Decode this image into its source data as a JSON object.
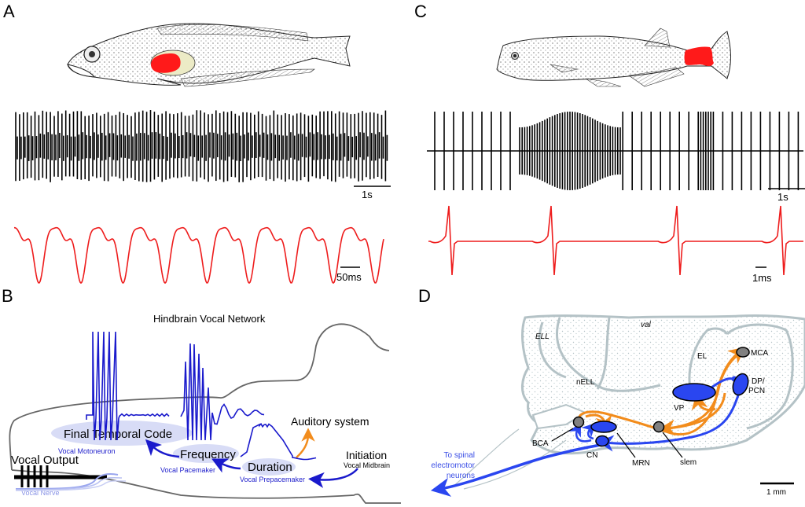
{
  "colors": {
    "eod_red": "#ee1c1c",
    "organ_red": "#ff1a1a",
    "neuron_blue": "#1a1acc",
    "nucleus_blue": "#2a46f0",
    "pathway_orange": "#f28c1c",
    "ellipse_lilac": "#d8dcf6",
    "nerve_lilac": "#9aa6ee",
    "brain_gray": "#b4c2c6",
    "outline_gray": "#666666"
  },
  "panels": {
    "a": {
      "letter": "A",
      "fish_description": "Fish drawing with red electric organ below the pectoral region",
      "trace_scale_label": "1s",
      "eod_scale_label": "50ms"
    },
    "b": {
      "letter": "B",
      "title": "Hindbrain Vocal Network",
      "nodes": {
        "final_temporal_code": "Final Temporal Code",
        "vocal_motoneuron": "Vocal Motoneuron",
        "frequency": "Frequency",
        "vocal_pacemaker": "Vocal Pacemaker",
        "duration": "Duration",
        "vocal_prepacemaker": "Vocal Prepacemaker",
        "initiation": "Initiation",
        "vocal_midbrain": "Vocal Midbrain",
        "auditory_system": "Auditory system",
        "vocal_output": "Vocal Output",
        "vocal_nerve": "Vocal Nerve"
      }
    },
    "c": {
      "letter": "C",
      "fish_description": "Fish drawing with red electric organ at the tail peduncle",
      "trace_scale_label": "1s",
      "eod_scale_label": "1ms"
    },
    "d": {
      "letter": "D",
      "regions": {
        "ell": "ELL",
        "val": "val",
        "nell": "nELL",
        "el": "EL"
      },
      "nuclei": {
        "mca": "MCA",
        "dp_pcn_line1": "DP/",
        "dp_pcn_line2": "PCN",
        "vp": "VP",
        "bca": "BCA",
        "cn": "CN",
        "mrn": "MRN",
        "slem": "slem"
      },
      "output_label": [
        "To spinal",
        "electromotor",
        "neurons"
      ],
      "scale_label": "1 mm"
    }
  }
}
